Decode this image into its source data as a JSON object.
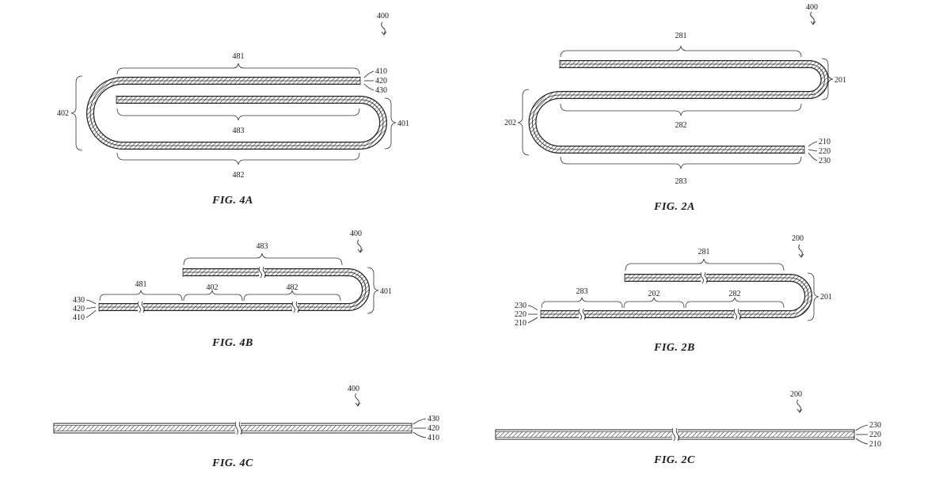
{
  "figures": {
    "fig4a": {
      "caption": "FIG. 4A",
      "ref_device": "400",
      "refs": {
        "upper_span": "481",
        "inner_span": "483",
        "lower_span": "482",
        "left_bend": "402",
        "right_bend": "401",
        "layer_top": "410",
        "layer_mid": "420",
        "layer_bot": "430"
      }
    },
    "fig2a": {
      "caption": "FIG. 2A",
      "ref_device": "400",
      "refs": {
        "top_span": "281",
        "middle_span": "282",
        "bottom_span": "283",
        "right_bend": "201",
        "left_bend": "202",
        "layer_top": "210",
        "layer_mid": "220",
        "layer_bot": "230"
      }
    },
    "fig4b": {
      "caption": "FIG. 4B",
      "ref_device": "400",
      "refs": {
        "top_span": "483",
        "left_span": "481",
        "middle_span": "402",
        "right_span": "482",
        "right_bend": "401",
        "layer_top": "430",
        "layer_mid": "420",
        "layer_bot": "410"
      }
    },
    "fig2b": {
      "caption": "FIG. 2B",
      "ref_device": "200",
      "refs": {
        "top_span": "281",
        "left_span": "283",
        "middle_span": "202",
        "right_span": "282",
        "right_bend": "201",
        "layer_top": "230",
        "layer_mid": "220",
        "layer_bot": "210"
      }
    },
    "fig4c": {
      "caption": "FIG. 4C",
      "ref_device": "400",
      "refs": {
        "layer_top": "430",
        "layer_mid": "420",
        "layer_bot": "410"
      }
    },
    "fig2c": {
      "caption": "FIG. 2C",
      "ref_device": "200",
      "refs": {
        "layer_top": "230",
        "layer_mid": "220",
        "layer_bot": "210"
      }
    }
  }
}
